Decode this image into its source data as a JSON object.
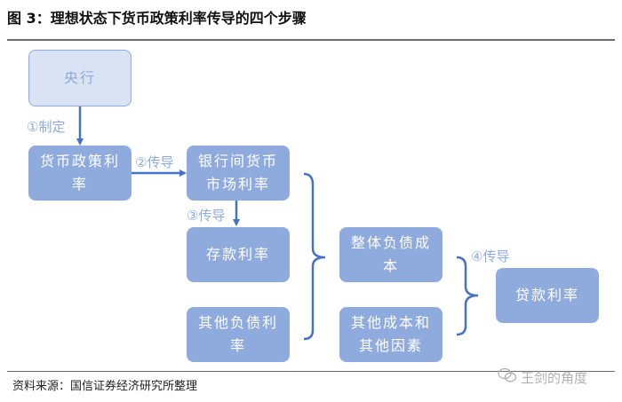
{
  "figure": {
    "title": "图 3：理想状态下货币政策利率传导的四个步骤",
    "source": "资料来源：国信证券经济研究所整理",
    "watermark": "王剑的角度"
  },
  "nodes": {
    "central_bank": "央行",
    "policy_rate": "货币政策利率",
    "interbank_rate": "银行间货币市场利率",
    "deposit_rate": "存款利率",
    "other_liability_rate": "其他负债利率",
    "overall_liability_cost": "整体负债成本",
    "other_cost_factors": "其他成本和其他因素",
    "loan_rate": "贷款利率"
  },
  "steps": {
    "step1": "①制定",
    "step2": "②传导",
    "step3": "③传导",
    "step4": "④传导"
  },
  "colors": {
    "box_fill": "#8faadc",
    "pale_fill": "#dae3f3",
    "arrow": "#4472c4",
    "label": "#8faadc"
  }
}
